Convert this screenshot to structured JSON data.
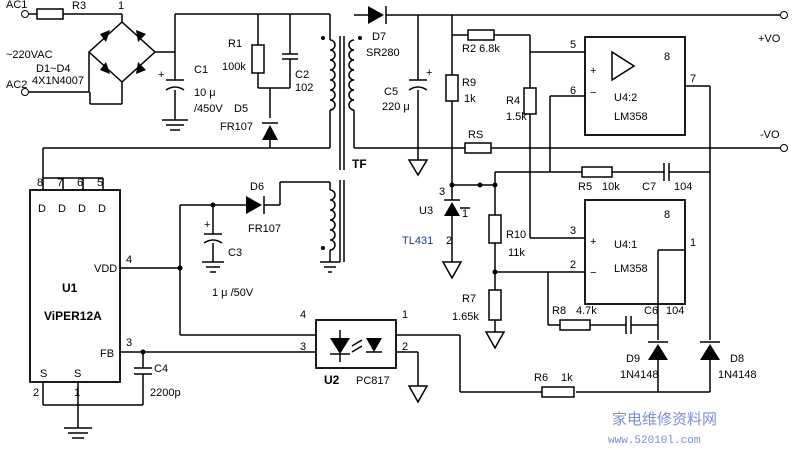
{
  "labels": {
    "ac1": "AC1",
    "ac2": "AC2",
    "r3": "R3",
    "r3_pin": "1",
    "vac": "~220VAC",
    "d1d4": "D1~D4",
    "d1d4_part": "4X1N4007",
    "c1": "C1",
    "c1_val1": "10 μ",
    "c1_val2": "/450V",
    "r1": "R1",
    "r1_val": "100k",
    "c2": "C2",
    "c2_val": "102",
    "d5": "D5",
    "d5_part": "FR107",
    "d7": "D7",
    "d7_part": "SR280",
    "c5": "C5",
    "c5_val": "220 μ",
    "r2": "R2 6.8k",
    "r9": "R9",
    "r9_val": "1k",
    "r4": "R4",
    "r4_val": "1.5k",
    "rs": "RS",
    "tf": "TF",
    "vo_pos": "+VO",
    "vo_neg": "-VO",
    "u42": "U4:2",
    "u42_part": "LM358",
    "u41": "U4:1",
    "u41_part": "LM358",
    "r5": "R5",
    "r5_val": "10k",
    "c7": "C7",
    "c7_val": "104",
    "u3": "U3",
    "u3_part": "TL431",
    "r10": "R10",
    "r10_val": "11k",
    "r7": "R7",
    "r7_val": "1.65k",
    "r8": "R8",
    "r8_val": "4.7k",
    "c6": "C6",
    "c6_val": "104",
    "d9": "D9",
    "d9_part": "1N4148",
    "d8": "D8",
    "d8_part": "1N4148",
    "r6": "R6",
    "r6_val": "1k",
    "d6": "D6",
    "d6_part": "FR107",
    "c3": "C3",
    "c3_val": "1 μ /50V",
    "u1": "U1",
    "u1_part": "ViPER12A",
    "vdd": "VDD",
    "fb": "FB",
    "c4": "C4",
    "c4_val": "2200p",
    "u2": "U2",
    "u2_part": "PC817",
    "s": "S",
    "d": "D",
    "pin1": "1",
    "pin2": "2",
    "pin3": "3",
    "pin4": "4",
    "pin5": "5",
    "pin6": "6",
    "pin7": "7",
    "pin8": "8",
    "plus": "+",
    "minus": "−"
  },
  "watermark": {
    "cn": "家电维修资料网",
    "url": "www.52010l.com"
  }
}
